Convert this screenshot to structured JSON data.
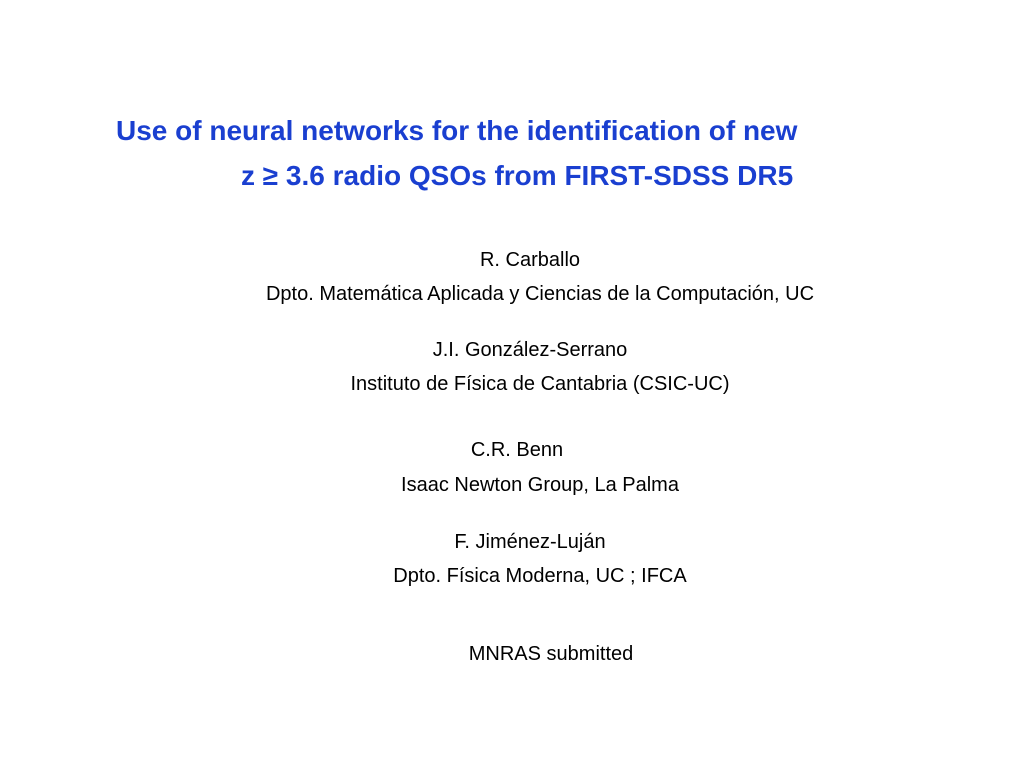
{
  "title": {
    "line1": "Use of neural networks for the identification of new",
    "line2": "z ≥ 3.6 radio QSOs from FIRST-SDSS DR5",
    "color": "#1a3fd0"
  },
  "authors": [
    {
      "name": "R. Carballo",
      "affiliation": "Dpto. Matemática Aplicada y Ciencias de la Computación, UC"
    },
    {
      "name": "J.I. González-Serrano",
      "affiliation": "Instituto de Física de Cantabria  (CSIC-UC)"
    },
    {
      "name": "C.R. Benn",
      "affiliation": "Isaac Newton Group, La Palma"
    },
    {
      "name": "F. Jiménez-Luján",
      "affiliation": "Dpto. Física Moderna, UC ; IFCA"
    }
  ],
  "status": "MNRAS submitted"
}
